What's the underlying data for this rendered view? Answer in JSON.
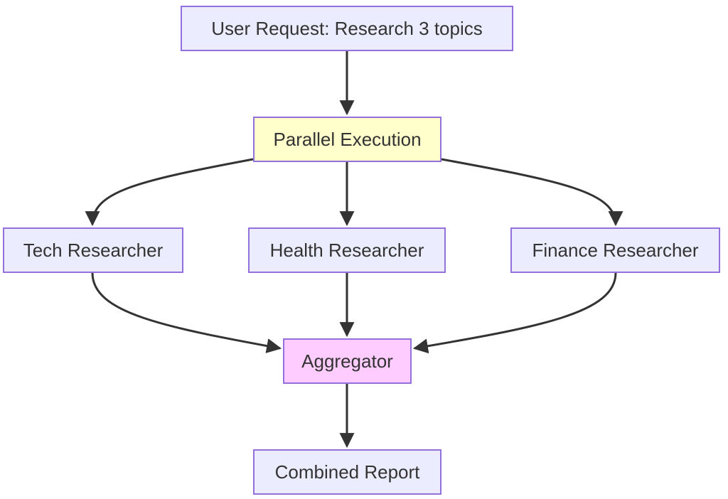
{
  "nodes": {
    "request": {
      "label": "User Request: Research 3 topics",
      "fill": "#ececff"
    },
    "parallel": {
      "label": "Parallel Execution",
      "fill": "#ffffcc"
    },
    "tech": {
      "label": "Tech Researcher",
      "fill": "#ececff"
    },
    "health": {
      "label": "Health Researcher",
      "fill": "#ececff"
    },
    "finance": {
      "label": "Finance Researcher",
      "fill": "#ececff"
    },
    "aggregator": {
      "label": "Aggregator",
      "fill": "#ffccff"
    },
    "report": {
      "label": "Combined Report",
      "fill": "#ececff"
    }
  },
  "edges": [
    {
      "from": "request",
      "to": "parallel"
    },
    {
      "from": "parallel",
      "to": "tech"
    },
    {
      "from": "parallel",
      "to": "health"
    },
    {
      "from": "parallel",
      "to": "finance"
    },
    {
      "from": "tech",
      "to": "aggregator"
    },
    {
      "from": "health",
      "to": "aggregator"
    },
    {
      "from": "finance",
      "to": "aggregator"
    },
    {
      "from": "aggregator",
      "to": "report"
    }
  ],
  "colors": {
    "border": "#9370db",
    "edge": "#333333",
    "text": "#333333"
  }
}
